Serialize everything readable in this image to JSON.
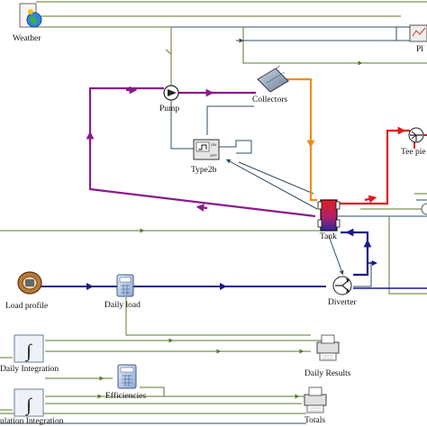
{
  "components": {
    "weather": "Weather",
    "pump": "Pump",
    "collectors": "Collectors",
    "type2b": "Type2b",
    "tank": "Tank",
    "tee_piece": "Tee pie",
    "plotter": "Pl",
    "load_profile": "Load profile",
    "daily_load": "Daily load",
    "diverter": "Diverter",
    "daily_integration": "Daily Integration",
    "daily_results": "Daily Results",
    "efficiencies": "Efficiencies",
    "simulation_integration": "ulation Integration",
    "totals": "Totals"
  },
  "icon_text": {
    "integrator": "∫",
    "type2b_on": "ON",
    "type2b_off": "OFF"
  },
  "colors": {
    "info_link": "#5b7a2e",
    "control_link": "#2f4f63",
    "cold_loop": "#8b1a8c",
    "hot_supply": "#f08c1a",
    "hot_out": "#e01818",
    "cold_return": "#1a1a8a"
  }
}
